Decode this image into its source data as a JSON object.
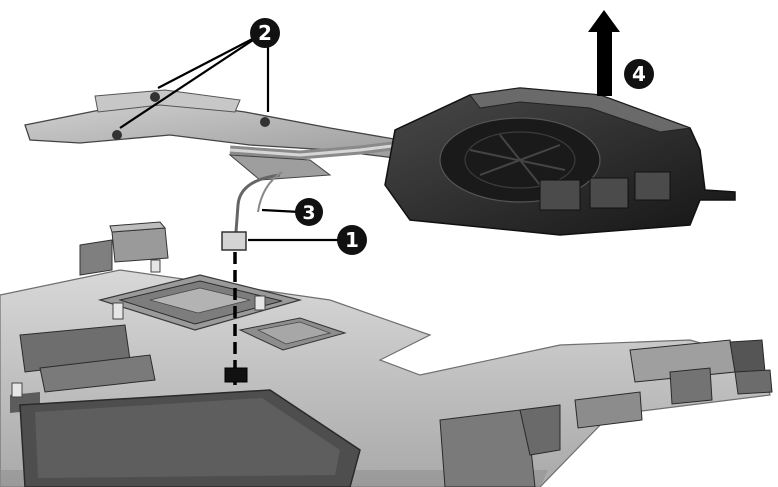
{
  "callouts": [
    {
      "id": "c1",
      "label": "1"
    },
    {
      "id": "c2",
      "label": "2"
    },
    {
      "id": "c3",
      "label": "3"
    },
    {
      "id": "c4",
      "label": "4"
    }
  ],
  "colors": {
    "board": "#c8c8c8",
    "board_dark": "#8e8e8e",
    "heatsink": "#b9b9b9",
    "fan": "#2c2c2c",
    "callout_fill": "#111111",
    "callout_text": "#ffffff"
  }
}
